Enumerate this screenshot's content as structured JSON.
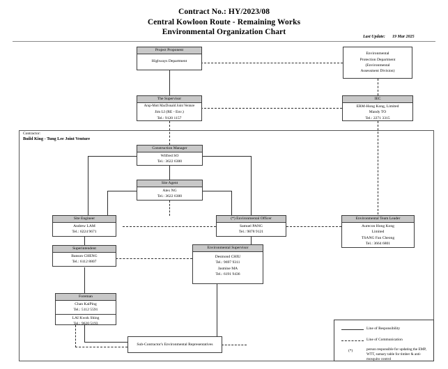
{
  "header": {
    "title_lines": [
      "Contract No.: HY/2023/08",
      "Central Kowloon Route - Remaining Works",
      "Environmental Organization Chart"
    ],
    "last_update_label": "Last Update:",
    "last_update_value": "19 Mar 2025"
  },
  "contractor": {
    "label": "Contractor:",
    "name": "Build King - Tung Lee Joint Venture"
  },
  "boxes": {
    "project_proponent": {
      "title": "Project Proponent",
      "lines": [
        "Highways Department"
      ]
    },
    "epd": {
      "lines": [
        "Environmental",
        "Protection Department",
        "(Environmental",
        "Assessment Division)"
      ]
    },
    "supervisor": {
      "title": "The Supervisor",
      "lines": [
        "Arup-Mott MacDonald Joint Venture",
        "Jim LI (RE - Env.)",
        "Tel.: 9120 1157"
      ]
    },
    "iec": {
      "title": "IEC",
      "lines": [
        "ERM-Hong Kong, Limited",
        "Mandy TO",
        "Tel.: 2271 3315"
      ]
    },
    "construction_manager": {
      "title": "Construction Manager",
      "lines": [
        "Wilfred SO",
        "Tel.: 3622 6300"
      ]
    },
    "site_agent": {
      "title": "Site Agent",
      "lines": [
        "Alex NG",
        "Tel.: 3622 6300"
      ]
    },
    "site_engineer": {
      "title": "Site Engineer",
      "lines": [
        "Andrew LAM",
        "Tel.: 6224 9671"
      ]
    },
    "environmental_officer": {
      "title": "(*) Environmental Officer",
      "lines": [
        "Samuel PANG",
        "Tel.: 9878 9121"
      ]
    },
    "environmental_team_leader": {
      "title": "Environmental Team Leader",
      "lines": [
        "Aurecon Hong Kong",
        "Limited",
        "TSANG Fan Cheong",
        "Tel.: 3664 6801"
      ]
    },
    "superintendent": {
      "title": "Superintendent",
      "lines": [
        "Banson CHENG",
        "Tel.: 6112 8807"
      ]
    },
    "environmental_supervisor": {
      "title": "Environmental Supervisor",
      "lines": [
        "Desmond CHIU",
        "Tel.: 9697 9311",
        "Jasmine MA",
        "Tel.: 6191 9436"
      ]
    },
    "foreman": {
      "title": "Foreman",
      "lines_group_1": [
        "Chan KaiPing",
        "Tel.: 5112 5591"
      ],
      "lines_group_2": [
        "LAI Kwok Shing",
        "Tel.: 9620 5193"
      ]
    },
    "subcontractor": {
      "lines": [
        "Sub-Contractor's Environmental Representatives"
      ]
    }
  },
  "legend": {
    "responsibility": "Line of Responsibility",
    "communication": "Line of Communication",
    "star_marker": "(*)",
    "star_note": "person responsible for updating the EMP, WTT, sumary table for timber & anti-mosquito control"
  }
}
